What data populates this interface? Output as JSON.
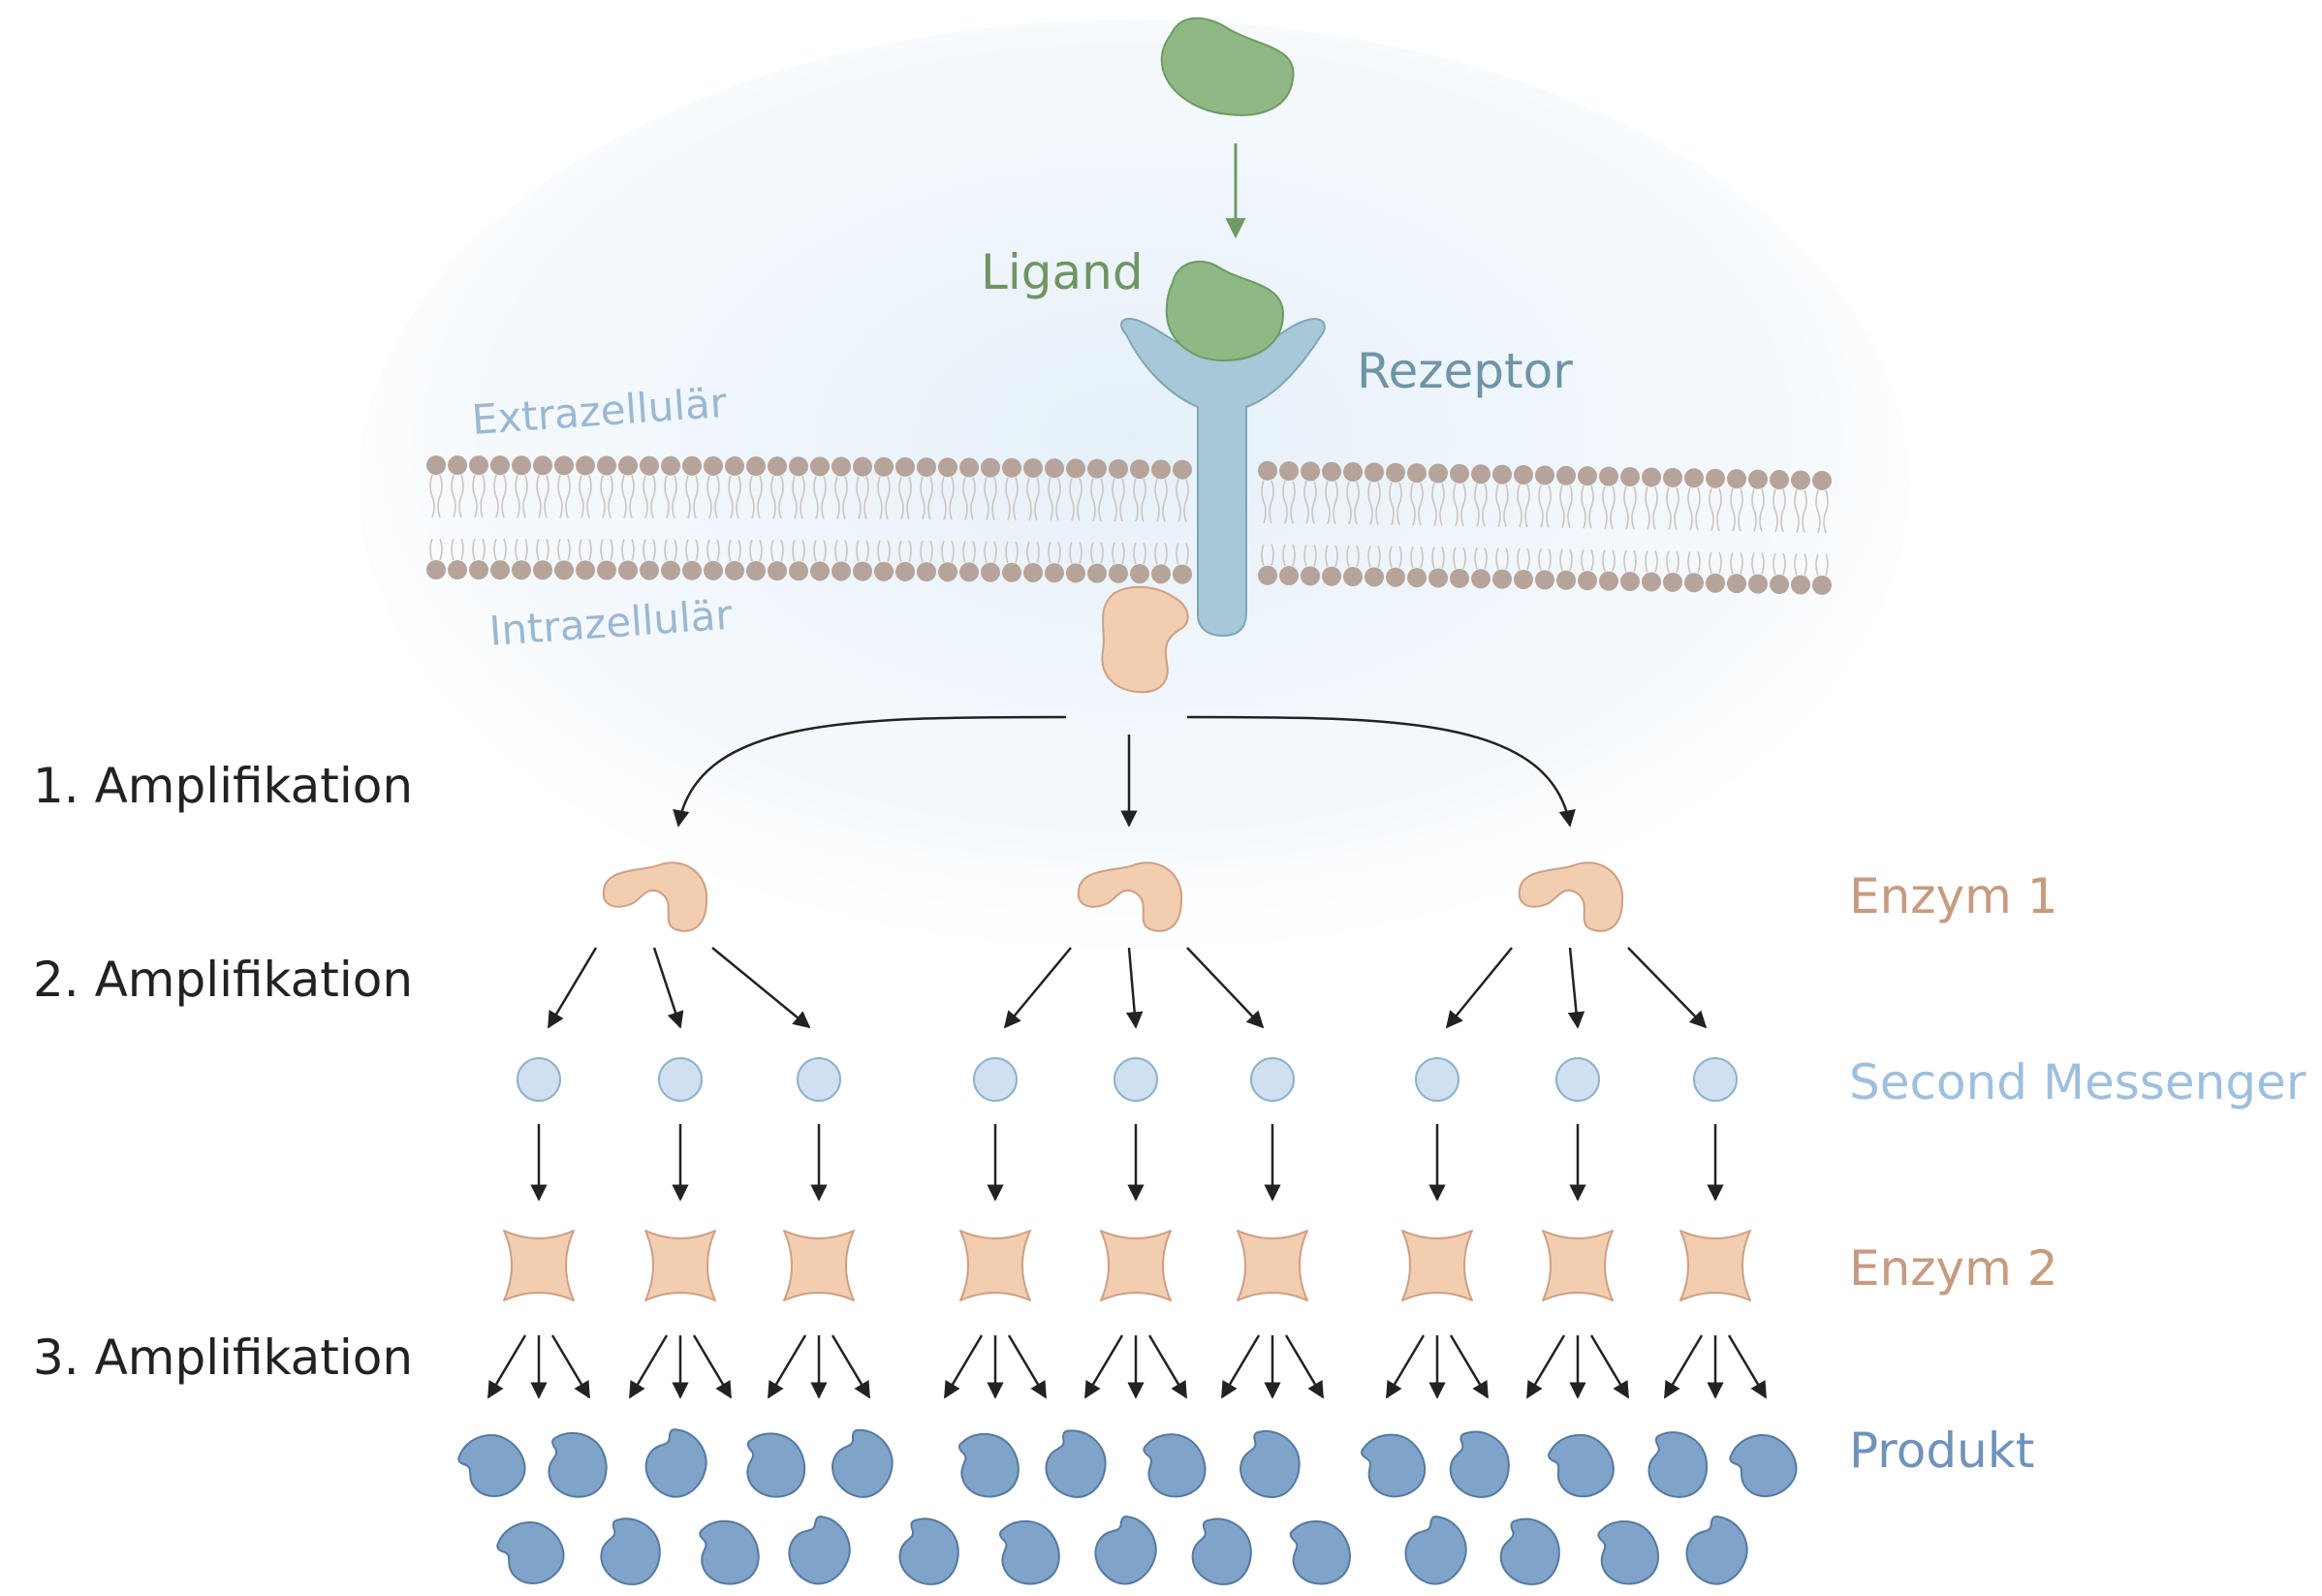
{
  "labels": {
    "ligand": "Ligand",
    "rezeptor": "Rezeptor",
    "extrazellular": "Extrazellulär",
    "intrazellular": "Intrazellulär",
    "amp1": "1. Amplifikation",
    "amp2": "2. Amplifikation",
    "amp3": "3. Amplifikation",
    "enzym1": "Enzym 1",
    "second_messenger": "Second Messenger",
    "enzym2": "Enzym 2",
    "produkt": "Produkt"
  },
  "colors": {
    "ligand": "#8fb884",
    "ligand_stroke": "#6e9a64",
    "ligand_text": "#6f9563",
    "receptor": "#a7c8d7",
    "receptor_stroke": "#7fa5b8",
    "receptor_text": "#6e94a8",
    "compartment_text": "#9ab8d2",
    "enzyme": "#f3cdb0",
    "enzyme_stroke": "#cf9f84",
    "enzyme_text": "#c79b80",
    "messenger": "#cfe0f0",
    "messenger_stroke": "#8fb0cc",
    "messenger_text": "#9ebfde",
    "product": "#7fa3c9",
    "product_stroke": "#56799f",
    "product_text": "#6f93bb",
    "lipid_head": "#b6a39a",
    "amp_text": "#222222",
    "arrow": "#222222"
  }
}
